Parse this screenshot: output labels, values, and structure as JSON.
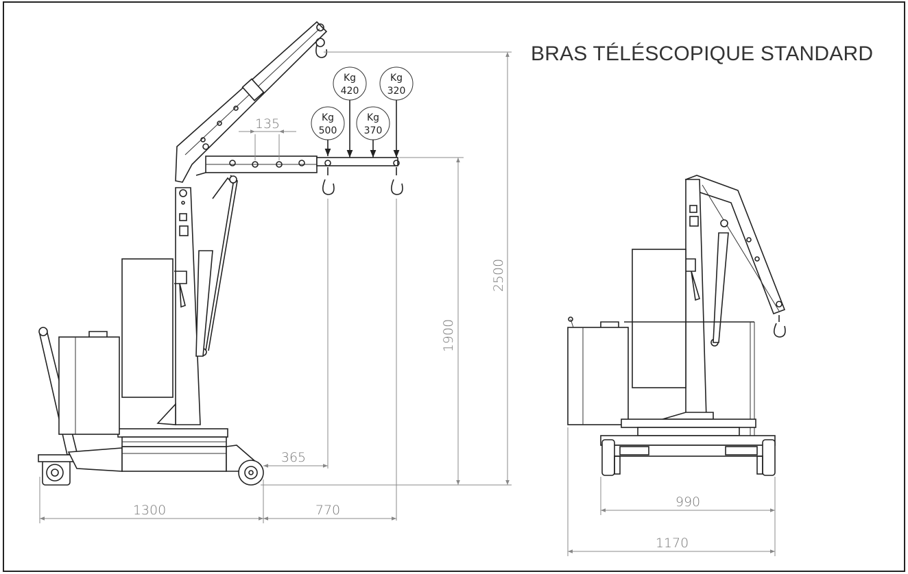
{
  "title": "BRAS TÉLÉSCOPIQUE STANDARD",
  "dimensions": {
    "step": "135",
    "reach_extra": "365",
    "base_length": "1300",
    "front_reach": "770",
    "hook_height": "1900",
    "max_height": "2500",
    "inner_width": "990",
    "outer_width": "1170"
  },
  "loads": [
    {
      "unit": "Kg",
      "value": "500"
    },
    {
      "unit": "Kg",
      "value": "420"
    },
    {
      "unit": "Kg",
      "value": "370"
    },
    {
      "unit": "Kg",
      "value": "320"
    }
  ]
}
